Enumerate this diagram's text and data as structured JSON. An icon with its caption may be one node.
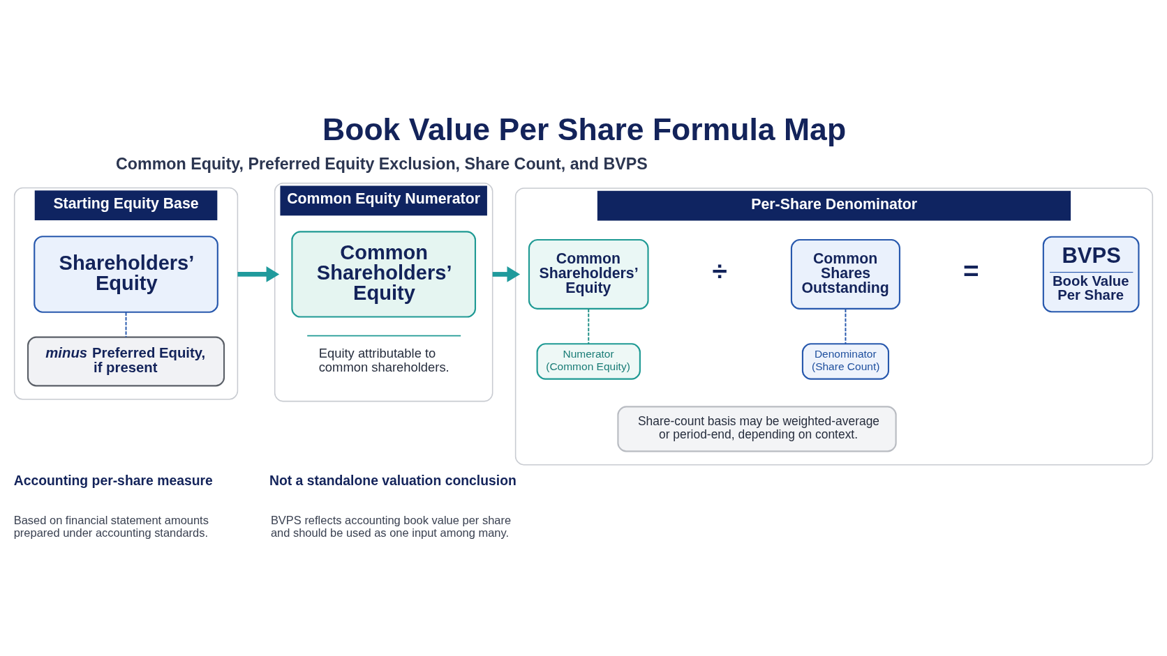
{
  "diagram": {
    "title": "Book Value Per Share Formula Map",
    "nodes": [
      {
        "text": [
          "Starting Equity Base"
        ]
      },
      {
        "text": [
          "Shareholders’ Equity"
        ],
        "in": 0
      },
      {
        "text": [
          "*minus* Preferred Equity, if present"
        ],
        "in": 0
      },
      {
        "text": [
          "Common Equity Numerator"
        ]
      },
      {
        "text": [
          "Common Shareholders’ Equity"
        ],
        "in": 3
      },
      {
        "text": [
          "Equity attributable to common shareholders."
        ],
        "in": 3
      },
      {
        "text": [
          "Per-Share Denominator"
        ]
      },
      {
        "text": [
          "Common Shareholders’ Equity"
        ],
        "in": 6
      },
      {
        "text": [
          "Common Shares Outstanding"
        ],
        "in": 6
      },
      {
        "text": [
          "BVPS",
          "Book Value Per Share"
        ],
        "in": 6
      },
      {
        "text": [
          "Numerator (Common Equity)"
        ],
        "in": 6
      },
      {
        "text": [
          "Denominator (Share Count)"
        ],
        "in": 6
      },
      {
        "text": [
          "Share-count basis may be weighted-average or period-end, depending on context."
        ],
        "in": 6
      }
    ],
    "edges": [
      {
        "from": 1,
        "to": 2,
        "arrow": "none",
        "style": "dashed",
        "color": "#2758ad"
      },
      {
        "from": 0,
        "to": 3,
        "arrow": "to",
        "style": "thick",
        "color": "#1f9a9c"
      },
      {
        "from": 3,
        "to": 6,
        "arrow": "to",
        "style": "thick",
        "color": "#1f9a9c"
      },
      {
        "from": 7,
        "to": 10,
        "arrow": "none",
        "style": "dashed",
        "color": "#1f8f86"
      },
      {
        "from": 8,
        "to": 11,
        "arrow": "none",
        "style": "dashed",
        "color": "#2758ad"
      }
    ],
    "labels": [
      "Common Equity, Preferred Equity Exclusion, Share Count, and BVPS",
      "÷",
      "=",
      "Accounting per-share measure",
      "Based on financial statement amounts prepared under accounting standards.",
      "Not a standalone valuation conclusion",
      "BVPS reflects accounting book value per share and should be used as one input among many."
    ]
  }
}
